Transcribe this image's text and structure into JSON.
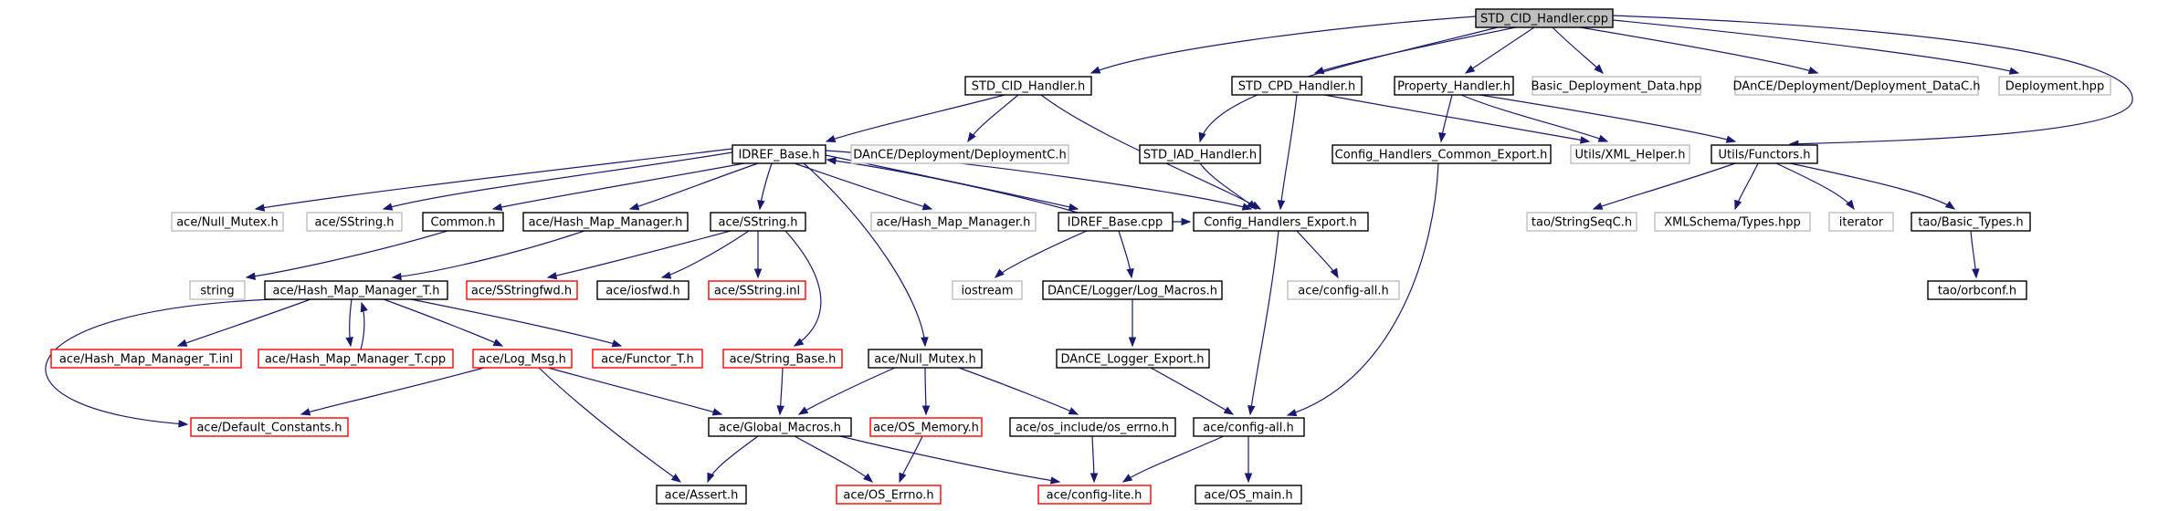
{
  "colors": {
    "edge": "#191970",
    "documented": "#000000",
    "undocumented": "#bfbfbf",
    "truncated": "#ff0000",
    "root_fill": "#bfbfbf"
  },
  "nodes": {
    "std_cid_handler_cpp": "STD_CID_Handler.cpp",
    "std_cid_handler_h": "STD_CID_Handler.h",
    "std_iad_handler_h": "STD_IAD_Handler.h",
    "std_cpd_handler_h": "STD_CPD_Handler.h",
    "property_handler_h": "Property_Handler.h",
    "basic_deployment_data_hpp": "Basic_Deployment_Data.hpp",
    "dance_deployment_datac_h": "DAnCE/Deployment/Deployment_DataC.h",
    "deployment_hpp": "Deployment.hpp",
    "idref_base_h": "IDREF_Base.h",
    "dance_deploymentc_h": "DAnCE/Deployment/DeploymentC.h",
    "config_handlers_common_export_h": "Config_Handlers_Common_Export.h",
    "utils_xml_helper_h": "Utils/XML_Helper.h",
    "utils_functors_h": "Utils/Functors.h",
    "ace_null_mutex_h_top": "ace/Null_Mutex.h",
    "ace_sstring_h_top": "ace/SString.h",
    "common_h": "Common.h",
    "ace_hash_map_manager_h": "ace/Hash_Map_Manager.h",
    "ace_sstring_h": "ace/SString.h",
    "ace_hash_map_manager_h_gray": "ace/Hash_Map_Manager.h",
    "idref_base_cpp": "IDREF_Base.cpp",
    "config_handlers_export_h": "Config_Handlers_Export.h",
    "tao_stringseqc_h": "tao/StringSeqC.h",
    "xmlschema_types_hpp": "XMLSchema/Types.hpp",
    "iterator": "iterator",
    "tao_basic_types_h": "tao/Basic_Types.h",
    "string": "string",
    "ace_hash_map_manager_t_h": "ace/Hash_Map_Manager_T.h",
    "ace_sstringfwd_h": "ace/SStringfwd.h",
    "ace_iosfwd_h": "ace/iosfwd.h",
    "ace_sstring_inl": "ace/SString.inl",
    "iostream": "iostream",
    "dance_logger_log_macros_h": "DAnCE/Logger/Log_Macros.h",
    "ace_config_all_h_gray": "ace/config-all.h",
    "tao_orbconf_h": "tao/orbconf.h",
    "ace_hash_map_manager_t_inl": "ace/Hash_Map_Manager_T.inl",
    "ace_hash_map_manager_t_cpp": "ace/Hash_Map_Manager_T.cpp",
    "ace_log_msg_h": "ace/Log_Msg.h",
    "ace_functor_t_h": "ace/Functor_T.h",
    "ace_string_base_h": "ace/String_Base.h",
    "ace_null_mutex_h": "ace/Null_Mutex.h",
    "dance_logger_export_h": "DAnCE_Logger_Export.h",
    "ace_default_constants_h": "ace/Default_Constants.h",
    "ace_global_macros_h": "ace/Global_Macros.h",
    "ace_os_memory_h": "ace/OS_Memory.h",
    "ace_os_include_os_errno_h": "ace/os_include/os_errno.h",
    "ace_config_all_h": "ace/config-all.h",
    "ace_assert_h": "ace/Assert.h",
    "ace_os_errno_h": "ace/OS_Errno.h",
    "ace_config_lite_h": "ace/config-lite.h",
    "ace_os_main_h": "ace/OS_main.h"
  }
}
